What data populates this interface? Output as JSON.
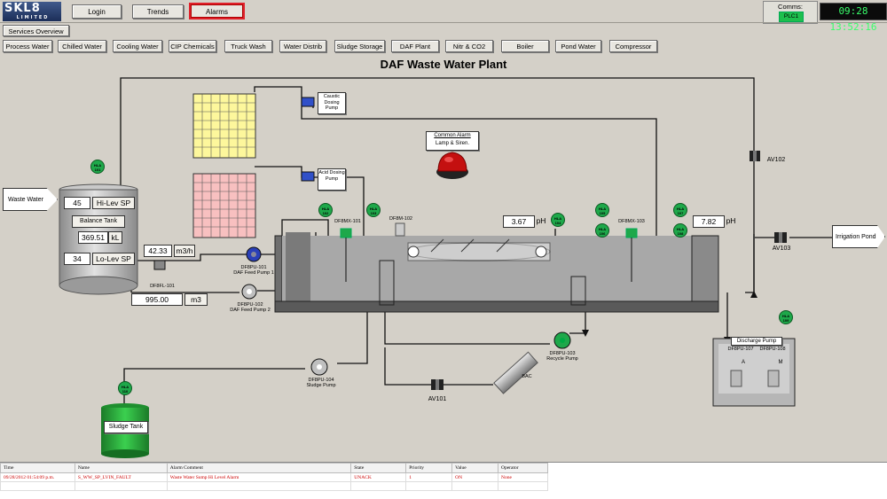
{
  "header": {
    "logo_text": "SKL8",
    "logo_sub": "LIMITED",
    "login": "Login",
    "trends": "Trends",
    "alarms": "Alarms",
    "comms_label": "Comms:",
    "comms_plc": "PLC1",
    "clock": "09:28 13:52:16",
    "services_overview": "Services Overview"
  },
  "nav": [
    "Process Water",
    "Chilled Water",
    "Cooling Water",
    "CIP Chemicals",
    "Truck Wash",
    "Water Distrib",
    "Sludge Storage",
    "DAF Plant",
    "Nitr & CO2",
    "Boiler",
    "Pond Water",
    "Compressor"
  ],
  "diagram": {
    "title": "DAF Waste Water Plant",
    "waste_water": "Waste Water",
    "irrigation_pond": "Irrigation Pond",
    "hi_lev_sp_val": "45",
    "hi_lev_sp": "Hi-Lev SP",
    "balance_tank": "Balance Tank",
    "balance_val": "369.51",
    "balance_unit": "kL",
    "lo_lev_sp_val": "34",
    "lo_lev_sp": "Lo-Lev SP",
    "flow_val": "42.33",
    "flow_unit": "m3/h",
    "total_val": "995.00",
    "total_unit": "m3",
    "ph1_val": "3.67",
    "ph1_unit": "pH",
    "ph2_val": "7.82",
    "ph2_unit": "pH",
    "caustic_pump": "Caustic Dosing Pump",
    "acid_pump": "Acid Dosing Pump",
    "common_alarm_1": "Common Alarm",
    "common_alarm_2": "Lamp & Siren.",
    "av102": "AV102",
    "av103": "AV103",
    "av101": "AV101",
    "dafmx101": "DF8MX-101",
    "dafm102": "DF8M-102",
    "dafmx103": "DF8MX-103",
    "dafpu101_1": "DF8PU-101",
    "dafpu101_2": "DAF Feed Pump 1",
    "dafpu102_1": "DF8PU-102",
    "dafpu102_2": "DAF Feed Pump 2",
    "dafl101": "DF8FL-101",
    "dafpu103_1": "DF8PU-103",
    "dafpu103_2": "Recycle Pump",
    "dafpu104_1": "DF8PU-104",
    "dafpu104_2": "Sludge Pump",
    "bac": "BAC",
    "discharge_pump": "Discharge Pump",
    "dafpu107": "DF8PU-107",
    "dafpu108": "DF8PU-108",
    "pump_a": "A",
    "pump_m": "M",
    "sludge_tank": "Sludge Tank",
    "hla": "HLA",
    "hla_tags": [
      "101",
      "102",
      "103",
      "104",
      "105",
      "106",
      "107",
      "108",
      "109",
      "110"
    ]
  },
  "alarm_table": {
    "headers": [
      "Time",
      "Name",
      "Alarm Comment",
      "State",
      "Priority",
      "Value",
      "Operator"
    ],
    "rows": [
      [
        "09/28/2012 01:54:09 p.m.",
        "S_WW_SP_LVIN_FAULT",
        "Waste Water Sump Hi Level Alarm",
        "UNACK",
        "1",
        "ON",
        "None"
      ]
    ]
  },
  "colors": {
    "accent_alarm": "#e0202a",
    "indicator_green": "#1ea84a",
    "clock_green": "#39ff6b"
  }
}
